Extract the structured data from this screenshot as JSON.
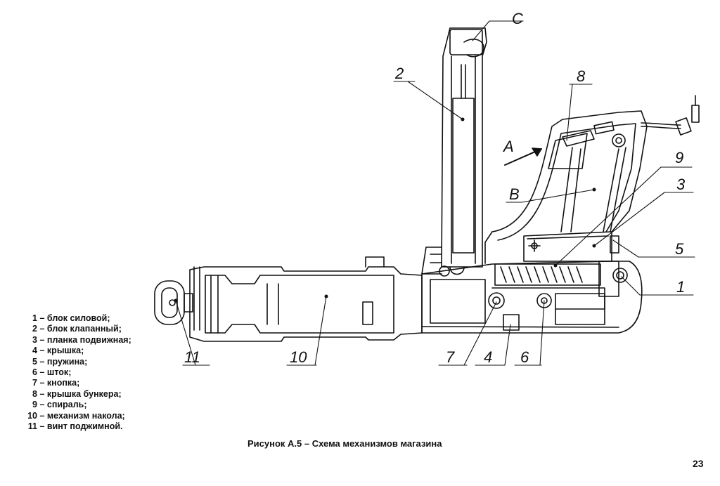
{
  "callouts": {
    "c": "C",
    "n2": "2",
    "n8": "8",
    "n9": "9",
    "n3": "3",
    "n5": "5",
    "n1": "1",
    "a": "A",
    "b": "B",
    "n11": "11",
    "n10": "10",
    "n7": "7",
    "n4": "4",
    "n6": "6"
  },
  "legend": [
    {
      "num": "1",
      "text": "блок силовой;"
    },
    {
      "num": "2",
      "text": "блок клапанный;"
    },
    {
      "num": "3",
      "text": "планка подвижная;"
    },
    {
      "num": "4",
      "text": "крышка;"
    },
    {
      "num": "5",
      "text": "пружина;"
    },
    {
      "num": "6",
      "text": "шток;"
    },
    {
      "num": "7",
      "text": "кнопка;"
    },
    {
      "num": "8",
      "text": "крышка бункера;"
    },
    {
      "num": "9",
      "text": "спираль;"
    },
    {
      "num": "10",
      "text": "механизм накола;"
    },
    {
      "num": "11",
      "text": "винт поджимной."
    }
  ],
  "legend_dash": "–",
  "caption": "Рисунок А.5 – Схема механизмов магазина",
  "page_number": "23"
}
